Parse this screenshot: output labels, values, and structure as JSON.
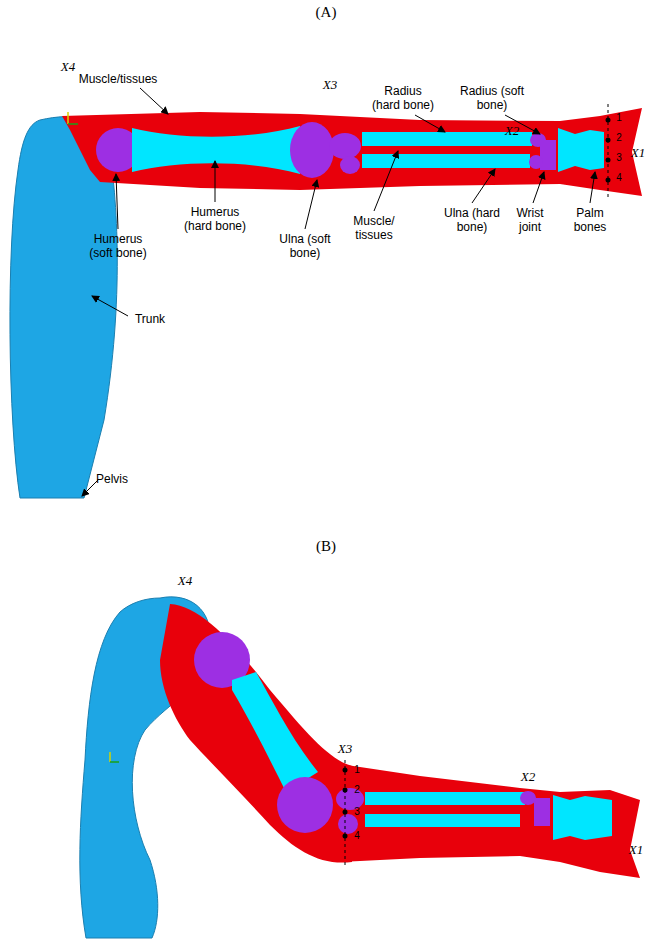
{
  "diagram": {
    "labels": [
      "(A)",
      "X4",
      "Muscle/tissues",
      "X3",
      "Radius (hard bone)",
      "Radius (soft bone)",
      "X2",
      "X1",
      "1",
      "2",
      "3",
      "4",
      "Humerus (hard bone)",
      "Humerus (soft bone)",
      "Ulna (soft bone)",
      "Muscle/ tissues",
      "Ulna (hard bone)",
      "Wrist joint",
      "Palm bones",
      "Trunk",
      "Pelvis",
      "(B)",
      "X4",
      "X3",
      "1",
      "2",
      "3",
      "4",
      "X2",
      "X1"
    ]
  }
}
